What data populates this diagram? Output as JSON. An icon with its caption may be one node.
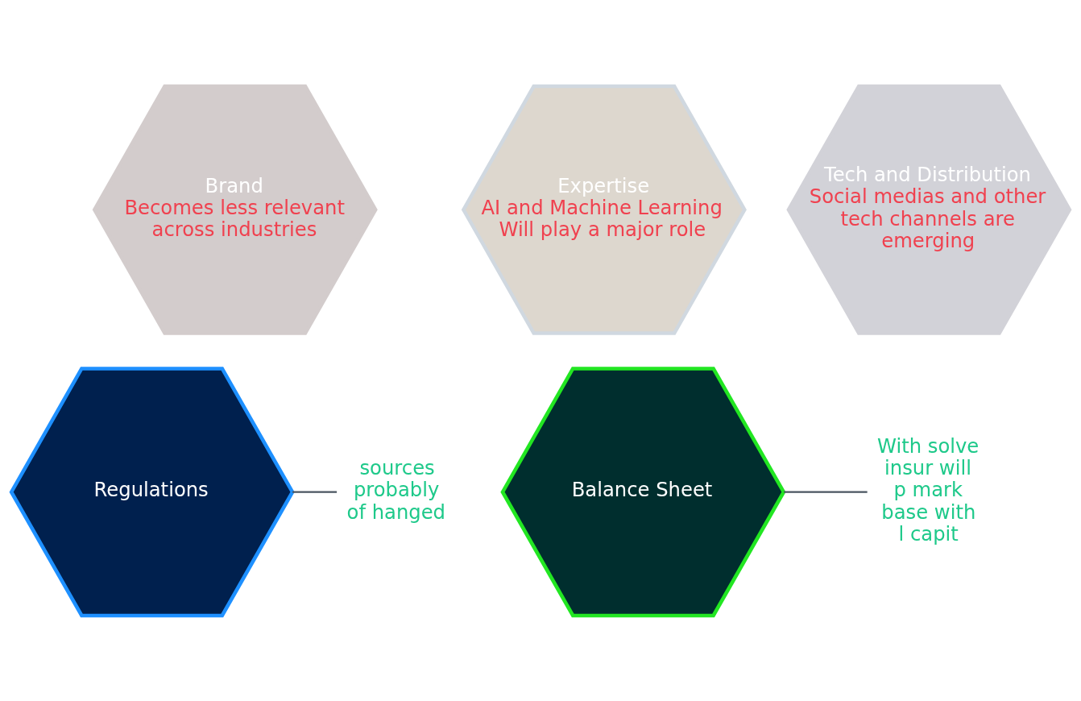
{
  "diagram": {
    "nodes": [
      {
        "text": [
          "Brand",
          "Becomes less relevant across industries"
        ]
      },
      {
        "text": [
          "Expertise",
          "AI and Machine Learning Will play a major role"
        ]
      },
      {
        "text": [
          "Tech and Distribution",
          "Social medias and other tech channels are emerging"
        ]
      },
      {
        "text": [
          "sources probably of hanged"
        ]
      },
      {
        "text": [
          "Regulations"
        ]
      },
      {
        "text": [
          "Balance Sheet"
        ]
      },
      {
        "text": [
          "With solve insur will p mark base with l capit"
        ]
      }
    ],
    "edges": [
      {
        "from": 3,
        "to": 4,
        "arrow": "none"
      },
      {
        "from": 6,
        "to": 5,
        "arrow": "none"
      }
    ]
  }
}
